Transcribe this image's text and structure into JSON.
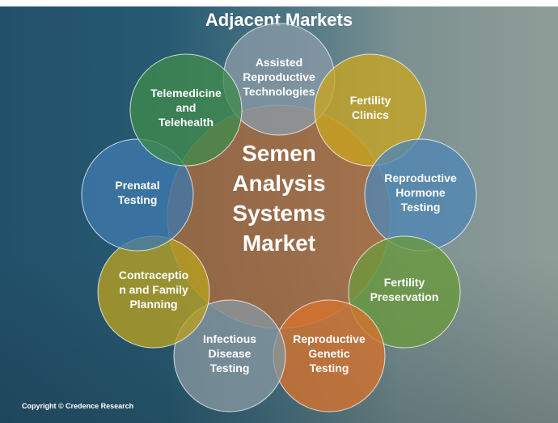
{
  "title": "Adjacent Markets",
  "center": {
    "label": "Semen\nAnalysis\nSystems\nMarket",
    "color": "#b06a3a"
  },
  "markets": [
    {
      "label": "Assisted\nReproductive\nTechnologies",
      "color": "#8a9aa6"
    },
    {
      "label": "Fertility\nClinics",
      "color": "#c9a520"
    },
    {
      "label": "Reproductive\nHormone\nTesting",
      "color": "#4f86b5"
    },
    {
      "label": "Fertility\nPreservation",
      "color": "#6a9a3c"
    },
    {
      "label": "Reproductive\nGenetic\nTesting",
      "color": "#d9722c"
    },
    {
      "label": "Infectious\nDisease\nTesting",
      "color": "#8797a0"
    },
    {
      "label": "Contraceptio\nn and Family\nPlanning",
      "color": "#b8a020"
    },
    {
      "label": "Prenatal\nTesting",
      "color": "#3f78ad"
    },
    {
      "label": "Telemedicine\nand\nTelehealth",
      "color": "#3f8a4c"
    }
  ],
  "copyright": "Copyright © Credence Research"
}
